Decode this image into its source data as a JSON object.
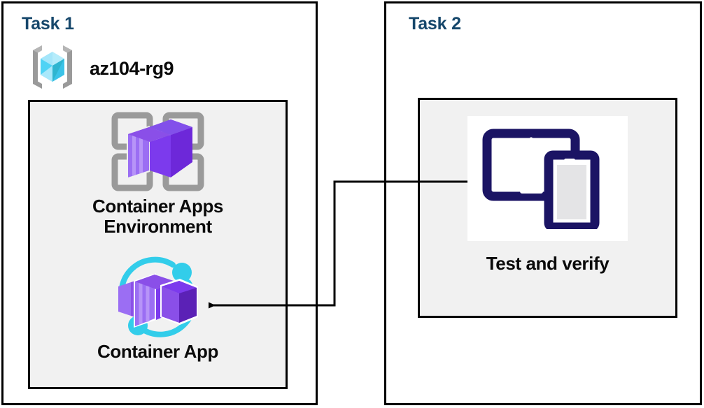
{
  "diagram": {
    "title_color": "#16476b",
    "panel_border_color": "#000000",
    "inner_box_fill": "#f1f1f1",
    "connector_color": "#000000"
  },
  "task1": {
    "title": "Task 1",
    "resource_group": {
      "icon": "resource-group-icon",
      "name": "az104-rg9"
    },
    "nodes": [
      {
        "icon": "container-apps-environment-icon",
        "label": "Container Apps\nEnvironment"
      },
      {
        "icon": "container-app-icon",
        "label": "Container App"
      }
    ]
  },
  "task2": {
    "title": "Task 2",
    "nodes": [
      {
        "icon": "test-and-verify-devices-icon",
        "label": "Test and verify"
      }
    ]
  },
  "connector": {
    "name": "test-to-container-app-arrow",
    "from": "Test and verify",
    "to": "Container App",
    "arrowhead": "left"
  },
  "colors": {
    "azure_cyan_light": "#9fe9fb",
    "azure_cyan": "#32cdea",
    "azure_cyan_dark": "#2fb5d0",
    "bracket_gray": "#9a9a9a",
    "container_purple_light": "#9b6ef3",
    "container_purple": "#8a4fe8",
    "container_purple_dark": "#5b21b6",
    "device_navy": "#1b1464",
    "screen_gray": "#e4e4e6"
  }
}
